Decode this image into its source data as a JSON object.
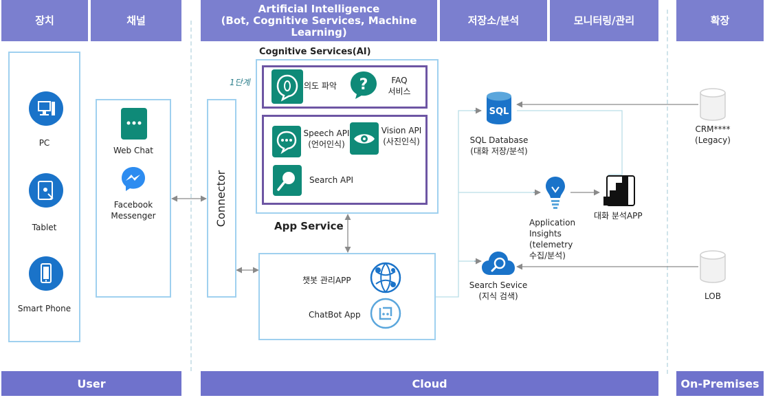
{
  "headers": {
    "device": "장치",
    "channel": "채널",
    "ai": "Artificial Intelligence\n(Bot, Cognitive Services, Machine\nLearning)",
    "storage": "저장소/분석",
    "monitoring": "모니터링/관리",
    "extension": "확장"
  },
  "footers": {
    "user": "User",
    "cloud": "Cloud",
    "onprem": "On-Premises"
  },
  "devices": {
    "pc": "PC",
    "tablet": "Tablet",
    "phone": "Smart Phone"
  },
  "channels": {
    "webchat": "Web Chat",
    "messenger": "Facebook\nMessenger"
  },
  "connector": "Connector",
  "cognitive": {
    "title": "Cognitive Services(AI)",
    "step": "1단계",
    "intent": "의도 파악",
    "faq": "FAQ\n서비스",
    "speech": "Speech API\n(언어인식)",
    "vision": "Vision API\n(사진인식)",
    "search": "Search API"
  },
  "app_service": {
    "title": "App Service",
    "admin_app": "챗봇 관리APP",
    "chatbot_app": "ChatBot App"
  },
  "storage": {
    "sql_icon": "SQL",
    "sql_db": "SQL Database\n(대화 저장/분석)"
  },
  "monitor": {
    "insights": "Application\nInsights\n(telemetry\n수집/분석)",
    "analysis_app": "대화 분석APP",
    "search_service": "Search Sevice\n(지식 검색)"
  },
  "onprem": {
    "crm": "CRM****\n(Legacy)",
    "lob": "LOB"
  },
  "colors": {
    "header": "#7b7fcf",
    "footer": "#6f72cc",
    "accent_blue": "#1a73c9",
    "teal": "#0f8a78",
    "box_border": "#9fd0ef",
    "purple_border": "#6d55a3"
  }
}
